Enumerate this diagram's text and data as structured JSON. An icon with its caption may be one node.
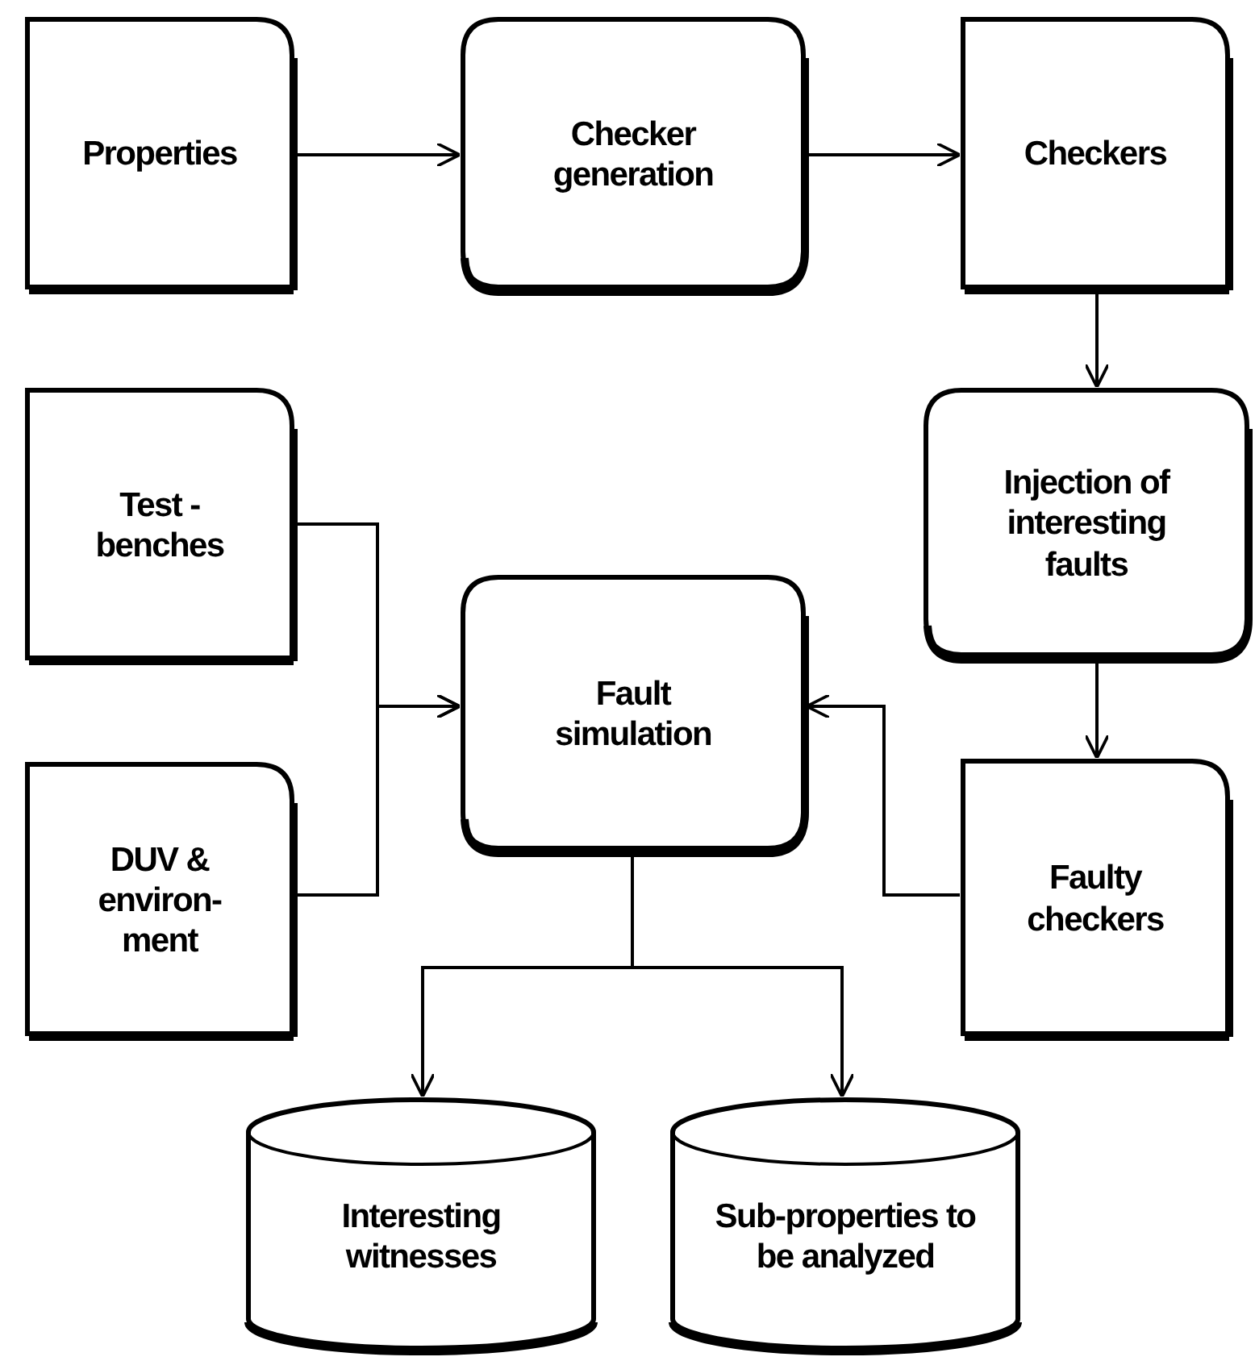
{
  "diagram": {
    "nodes": [
      {
        "text": [
          "Properties"
        ]
      },
      {
        "text": [
          "Checker generation"
        ]
      },
      {
        "text": [
          "Checkers"
        ]
      },
      {
        "text": [
          "Injection of interesting faults"
        ]
      },
      {
        "text": [
          "Test - benches"
        ]
      },
      {
        "text": [
          "Fault simulation"
        ]
      },
      {
        "text": [
          "DUV & environ- ment"
        ]
      },
      {
        "text": [
          "Faulty checkers"
        ]
      },
      {
        "text": [
          "Interesting witnesses"
        ]
      },
      {
        "text": [
          "Sub-properties to be analyzed"
        ]
      }
    ],
    "edges": [
      {
        "from": 0,
        "to": 1,
        "arrow": "to"
      },
      {
        "from": 1,
        "to": 2,
        "arrow": "to"
      },
      {
        "from": 2,
        "to": 3,
        "arrow": "to"
      },
      {
        "from": 3,
        "to": 7,
        "arrow": "to"
      },
      {
        "from": 4,
        "to": 5,
        "arrow": "to"
      },
      {
        "from": 6,
        "to": 5,
        "arrow": "to"
      },
      {
        "from": 7,
        "to": 5,
        "arrow": "to"
      },
      {
        "from": 5,
        "to": 8,
        "arrow": "to"
      },
      {
        "from": 5,
        "to": 9,
        "arrow": "to"
      }
    ]
  }
}
